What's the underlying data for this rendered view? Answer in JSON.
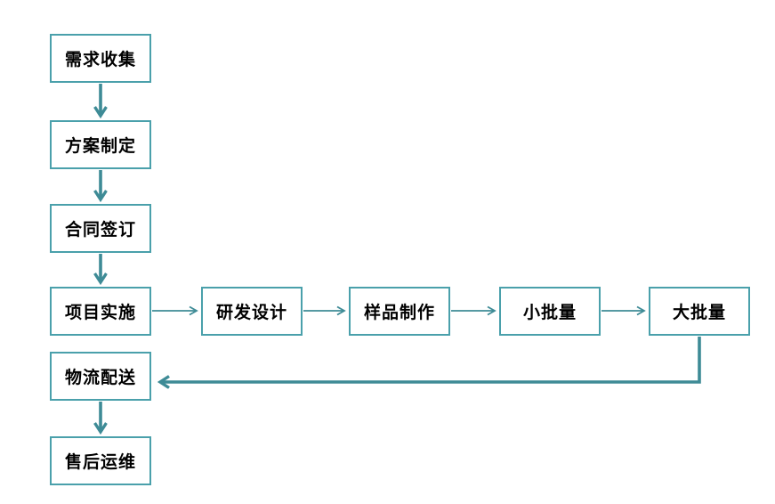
{
  "diagram": {
    "type": "flowchart",
    "background_color": "#ffffff",
    "box_border_color": "#4aa0ab",
    "arrow_color": "#3e8b96",
    "text_color": "#000000",
    "nodes": [
      {
        "id": "requirements-collection",
        "label": "需求收集"
      },
      {
        "id": "plan-formulation",
        "label": "方案制定"
      },
      {
        "id": "contract-signing",
        "label": "合同签订"
      },
      {
        "id": "project-implementation",
        "label": "项目实施"
      },
      {
        "id": "rd-design",
        "label": "研发设计"
      },
      {
        "id": "sample-production",
        "label": "样品制作"
      },
      {
        "id": "small-batch",
        "label": "小批量"
      },
      {
        "id": "large-batch",
        "label": "大批量"
      },
      {
        "id": "logistics-delivery",
        "label": "物流配送"
      },
      {
        "id": "after-sales-maintenance",
        "label": "售后运维"
      }
    ],
    "edges": [
      {
        "from": "需求收集",
        "to": "方案制定"
      },
      {
        "from": "方案制定",
        "to": "合同签订"
      },
      {
        "from": "合同签订",
        "to": "项目实施"
      },
      {
        "from": "项目实施",
        "to": "研发设计"
      },
      {
        "from": "研发设计",
        "to": "样品制作"
      },
      {
        "from": "样品制作",
        "to": "小批量"
      },
      {
        "from": "小批量",
        "to": "大批量"
      },
      {
        "from": "大批量",
        "to": "物流配送"
      },
      {
        "from": "物流配送",
        "to": "售后运维"
      }
    ]
  }
}
